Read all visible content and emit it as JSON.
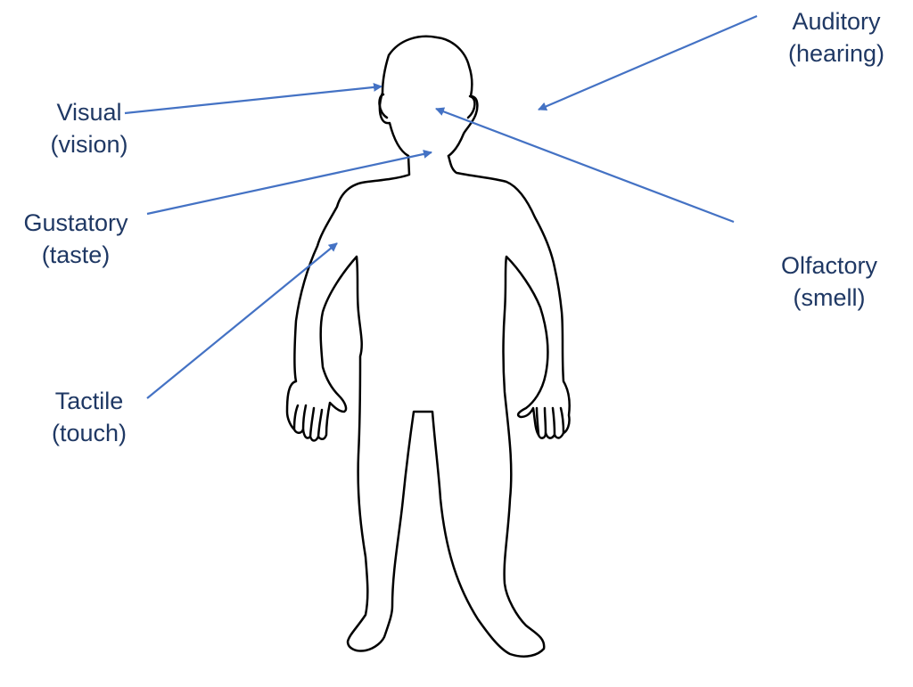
{
  "colors": {
    "arrow": "#4472c4",
    "label_text": "#1f3864",
    "outline": "#000000",
    "background": "#ffffff"
  },
  "figure": "human-body-outline",
  "labels": {
    "visual": {
      "name": "Visual",
      "sense": "(vision)"
    },
    "gustatory": {
      "name": "Gustatory",
      "sense": "(taste)"
    },
    "tactile": {
      "name": "Tactile",
      "sense": "(touch)"
    },
    "auditory": {
      "name": "Auditory",
      "sense": "(hearing)"
    },
    "olfactory": {
      "name": "Olfactory",
      "sense": "(smell)"
    }
  }
}
